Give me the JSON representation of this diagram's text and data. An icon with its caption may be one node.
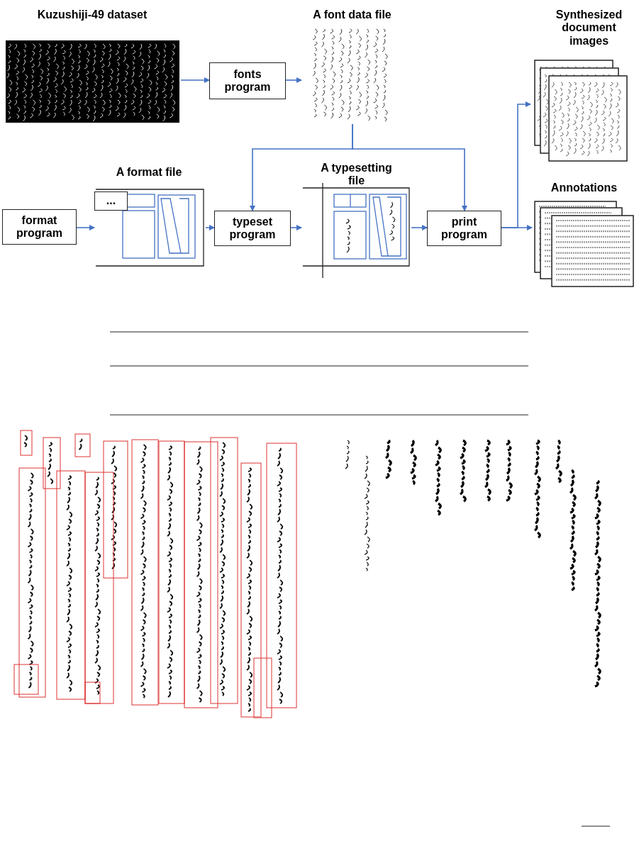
{
  "diagram": {
    "nodes": [
      {
        "text": [
          "Kuzushiji-49 dataset"
        ]
      },
      {
        "text": [
          "fonts program"
        ]
      },
      {
        "text": [
          "A font data file"
        ]
      },
      {
        "text": [
          "format program"
        ]
      },
      {
        "text": [
          "..."
        ],
        "in": 5
      },
      {
        "text": [
          "A format file"
        ]
      },
      {
        "text": [
          "typeset program"
        ]
      },
      {
        "text": [
          "A typesetting file"
        ]
      },
      {
        "text": [
          "print program"
        ]
      },
      {
        "text": [
          "Synthesized document images"
        ]
      },
      {
        "text": [
          "Annotations"
        ]
      }
    ],
    "edges": [
      {
        "from": 0,
        "to": 1,
        "arrow": "to"
      },
      {
        "from": 1,
        "to": 2,
        "arrow": "to"
      },
      {
        "from": 2,
        "to": 6,
        "arrow": "to"
      },
      {
        "from": 2,
        "to": 8,
        "arrow": "to"
      },
      {
        "from": 3,
        "to": 4,
        "arrow": "to"
      },
      {
        "from": 5,
        "to": 6,
        "arrow": "to"
      },
      {
        "from": 6,
        "to": 7,
        "arrow": "to"
      },
      {
        "from": 7,
        "to": 8,
        "arrow": "to"
      },
      {
        "from": 8,
        "to": 9,
        "arrow": "to"
      },
      {
        "from": 8,
        "to": 10,
        "arrow": "to"
      }
    ]
  }
}
